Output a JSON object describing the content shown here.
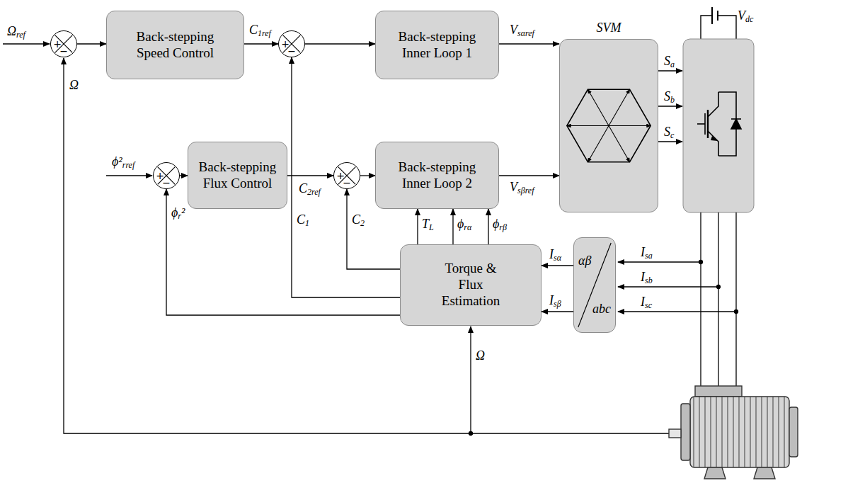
{
  "diagram": {
    "nodes": [
      {
        "text": [
          "+",
          "−"
        ]
      },
      {
        "text": [
          "Back-stepping Speed Control"
        ]
      },
      {
        "text": [
          "+",
          "−"
        ]
      },
      {
        "text": [
          "Back-stepping Inner Loop 1"
        ]
      },
      {
        "text": [
          "SVM"
        ]
      },
      {
        "text": [
          "+",
          "−"
        ]
      },
      {
        "text": [
          "Back-stepping Flux Control"
        ]
      },
      {
        "text": [
          "+",
          "−"
        ]
      },
      {
        "text": [
          "Back-stepping Inner Loop 2"
        ]
      },
      {
        "text": [
          "Torque & Flux Estimation"
        ]
      },
      {
        "text": [
          "αβ",
          "abc"
        ]
      }
    ],
    "edges": [
      {
        "from": 0,
        "to": 1,
        "arrow": "to"
      },
      {
        "from": 1,
        "to": 2,
        "arrow": "to",
        "label": "C1ref"
      },
      {
        "from": 2,
        "to": 3,
        "arrow": "to"
      },
      {
        "from": 3,
        "to": 4,
        "arrow": "to",
        "label": "Vsαref"
      },
      {
        "from": 5,
        "to": 6,
        "arrow": "to"
      },
      {
        "from": 6,
        "to": 7,
        "arrow": "to",
        "label": "C2ref"
      },
      {
        "from": 7,
        "to": 8,
        "arrow": "to"
      },
      {
        "from": 8,
        "to": 4,
        "arrow": "to",
        "label": "Vsβref"
      },
      {
        "from": 9,
        "to": 7,
        "arrow": "to",
        "label": "C2"
      },
      {
        "from": 9,
        "to": 2,
        "arrow": "to",
        "label": "C1"
      },
      {
        "from": 9,
        "to": 5,
        "arrow": "to",
        "label": "ϕr²"
      },
      {
        "from": 9,
        "to": 8,
        "arrow": "to",
        "label": "TL"
      },
      {
        "from": 9,
        "to": 8,
        "arrow": "to",
        "label": "ϕrα"
      },
      {
        "from": 9,
        "to": 8,
        "arrow": "to",
        "label": "ϕrβ"
      },
      {
        "from": 10,
        "to": 9,
        "arrow": "to",
        "label": "Isα"
      },
      {
        "from": 10,
        "to": 9,
        "arrow": "to",
        "label": "Isβ"
      }
    ],
    "labels": [
      "Ωref",
      "Ω",
      "Ω",
      "ϕ²rref",
      "Sa",
      "Sb",
      "Sc",
      "Vdc",
      "Isa",
      "Isb",
      "Isc"
    ]
  }
}
